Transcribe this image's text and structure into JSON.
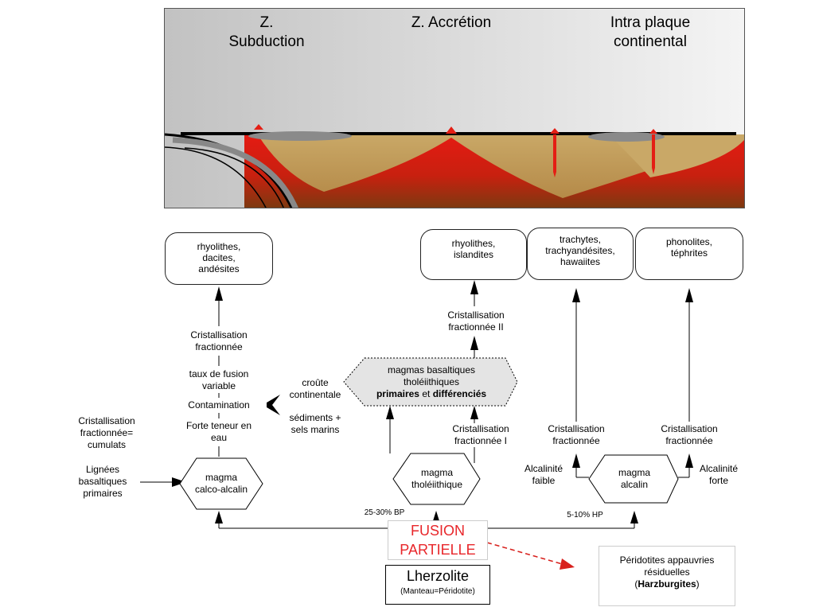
{
  "zones": {
    "subduction": [
      "Z.",
      "Subduction"
    ],
    "accretion": "Z. Accrétion",
    "intraplate": [
      "Intra plaque",
      "continental"
    ]
  },
  "products": {
    "left": [
      "rhyolithes,",
      "dacites,",
      "andésites"
    ],
    "mid": [
      "rhyolithes,",
      "islandites"
    ],
    "right1": [
      "trachytes,",
      "trachyandésites,",
      "hawaiites"
    ],
    "right2": [
      "phonolites,",
      "téphrites"
    ]
  },
  "left_column": {
    "cristallisation": [
      "Cristallisation",
      "fractionnée"
    ],
    "taux": [
      "taux de fusion",
      "variable"
    ],
    "contamination": "Contamination",
    "teneur": [
      "Forte teneur en",
      "eau"
    ],
    "croute": [
      "croûte",
      "continentale"
    ],
    "sediments": [
      "sédiments +",
      "sels marins"
    ],
    "cumulats": [
      "Cristallisation",
      "fractionnée=",
      "cumulats"
    ],
    "lignees": [
      "Lignées",
      "basaltiques",
      "primaires"
    ],
    "magma": [
      "magma",
      "calco-alcalin"
    ]
  },
  "middle_column": {
    "cristallisation_ii": [
      "Cristallisation",
      "fractionnée II"
    ],
    "hex_lines": [
      "magmas basaltiques",
      "tholéiithiques"
    ],
    "primaires": "primaires",
    "et": "et",
    "differencies": "différenciés",
    "cristallisation_i": [
      "Cristallisation",
      "fractionnée I"
    ],
    "magma": [
      "magma",
      "tholéiithique"
    ],
    "bp": "25-30% BP"
  },
  "right_column": {
    "cristallisation_a": [
      "Cristallisation",
      "fractionnée"
    ],
    "cristallisation_b": [
      "Cristallisation",
      "fractionnée"
    ],
    "alcalinite_faible": [
      "Alcalinité",
      "faible"
    ],
    "alcalinite_forte": [
      "Alcalinité",
      "forte"
    ],
    "magma": [
      "magma",
      "alcalin"
    ],
    "hp": "5-10% HP"
  },
  "bottom": {
    "fusion": [
      "FUSION",
      "PARTIELLE"
    ],
    "lherzolite": "Lherzolite",
    "manteau": "(Manteau=Péridotite)",
    "peridotites": [
      "Péridotites appauvries",
      "résiduelles"
    ],
    "harzburgites_open": "(",
    "harzburgites": "Harzburgites",
    "harzburgites_close": ")"
  },
  "colors": {
    "sky_top": "#c0c0c0",
    "crust": "#c8a664",
    "magma_red": "#e41e14",
    "hex_fill": "#e4e4e4",
    "fusion_text": "#e8262a",
    "arrow_red": "#d8201c"
  }
}
